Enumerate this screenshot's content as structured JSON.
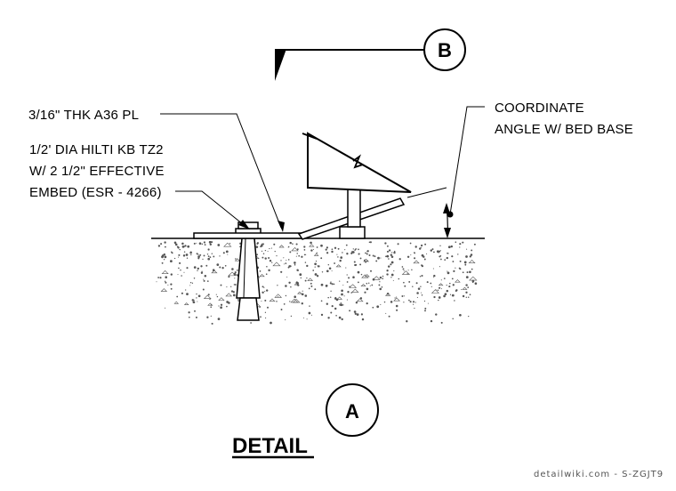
{
  "section_marker": {
    "label": "B"
  },
  "callouts": {
    "plate": "3/16\" THK A36 PL",
    "anchor": [
      "1/2' DIA HILTI KB TZ2",
      "W/ 2 1/2\" EFFECTIVE",
      "EMBED (ESR - 4266)"
    ],
    "angle": [
      "COORDINATE",
      "ANGLE W/ BED BASE"
    ]
  },
  "detail_marker": {
    "label": "A"
  },
  "detail_title": "DETAIL",
  "watermark": "detailwiki.com - S-ZGJT9",
  "colors": {
    "line": "#000000",
    "background": "#ffffff",
    "concrete_dots": "#555555"
  }
}
